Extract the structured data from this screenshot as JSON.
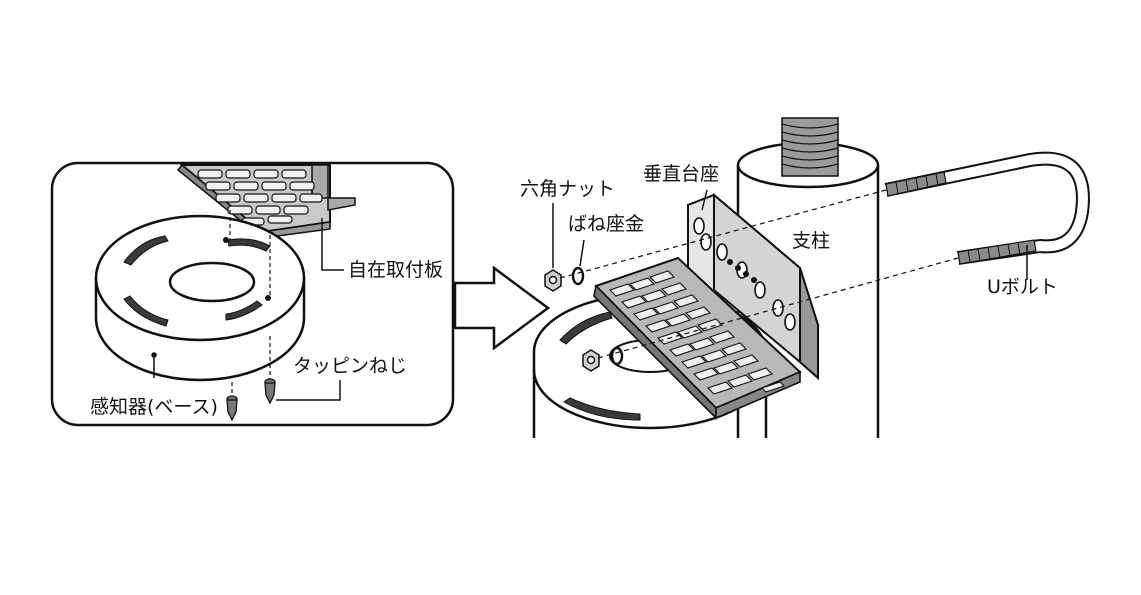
{
  "labels": {
    "mount_plate": "自在取付板",
    "sensor_base": "感知器(ベース)",
    "tapping_screw": "タッピンねじ",
    "hex_nut": "六角ナット",
    "spring_washer": "ばね座金",
    "vertical_bracket": "垂直台座",
    "post": "支柱",
    "u_bolt": "Uボルト"
  },
  "colors": {
    "line": "#111111",
    "fill": "#ffffff",
    "shade": "#b8b8b8",
    "dark": "#6e6e6e"
  }
}
